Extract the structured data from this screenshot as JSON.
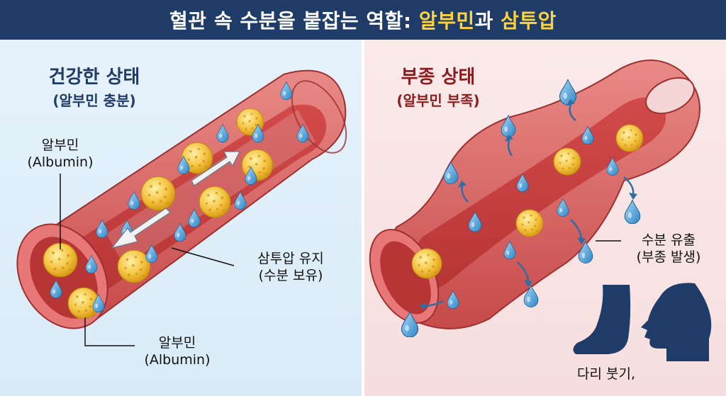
{
  "title": {
    "part1": "혈관 속 수분을 붙잡는 역할: ",
    "hl1": "알부민",
    "part2": "과 ",
    "hl2": "삼투압"
  },
  "left": {
    "heading": "건강한 상태",
    "subheading": "(알부민 충분)",
    "label_albumin_top_1": "알부민",
    "label_albumin_top_2": "(Albumin)",
    "label_osmotic_1": "삼투압 유지",
    "label_osmotic_2": "(수분 보유)",
    "label_albumin_bottom_1": "알부민",
    "label_albumin_bottom_2": "(Albumin)"
  },
  "right": {
    "heading": "부종 상태",
    "subheading": "(알부민 부족)",
    "label_leak_1": "수분 유출",
    "label_leak_2": "(부종 발생)",
    "label_swelling": "다리 붓기,"
  },
  "colors": {
    "title_bg": "#1f3b68",
    "title_highlight": "#ffd43b",
    "vessel_wall": "#d65a5a",
    "albumin": "#f4c542",
    "water": "#4fa6e0"
  }
}
